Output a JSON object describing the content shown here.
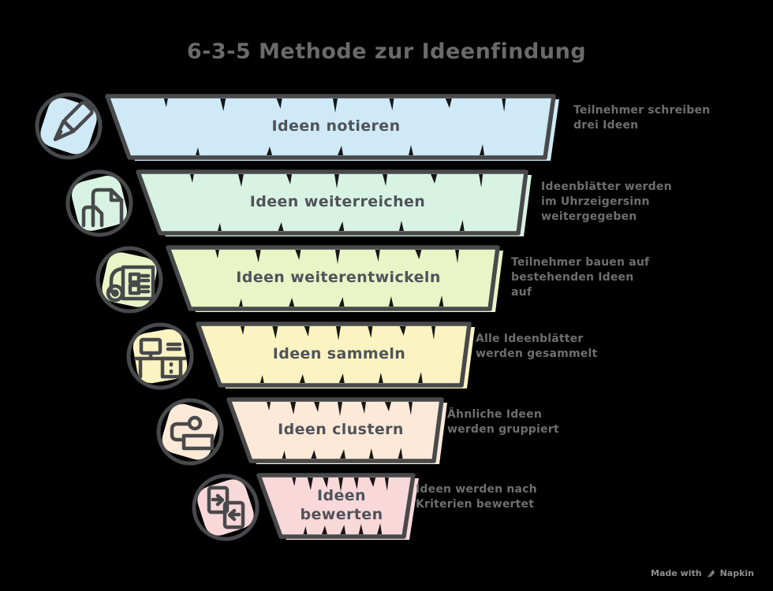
{
  "title": "6-3-5 Methode zur Ideenfindung",
  "funnel": {
    "steps": [
      {
        "label": "Ideen notieren",
        "description": "Teilnehmer schreiben\ndrei Ideen",
        "color": "#cfe9f7",
        "icon": "pen-icon"
      },
      {
        "label": "Ideen weiterreichen",
        "description": "Ideenblätter werden\nim Uhrzeigersinn\nweitergegeben",
        "color": "#d8f3e3",
        "icon": "papers-icon"
      },
      {
        "label": "Ideen weiterentwickeln",
        "description": "Teilnehmer bauen auf\nbestehenden Ideen\nauf",
        "color": "#e9f4c7",
        "icon": "scroll-icon"
      },
      {
        "label": "Ideen sammeln",
        "description": "Alle Ideenblätter\nwerden gesammelt",
        "color": "#fbf3c2",
        "icon": "desk-icon"
      },
      {
        "label": "Ideen clustern",
        "description": "Ähnliche Ideen\nwerden gruppiert",
        "color": "#fde9d7",
        "icon": "sticky-note-icon"
      },
      {
        "label": "Ideen\nbewerten",
        "description": "Ideen werden nach\nKriterien bewertet",
        "color": "#f9d8da",
        "icon": "compare-icon"
      }
    ]
  },
  "watermark": {
    "prefix": "Made with",
    "brand": "Napkin"
  },
  "colors": {
    "background": "#000000",
    "outline": "#48494b",
    "title_text": "#6a6a6a",
    "bar_label_text": "#50535a",
    "description_text": "#6e6e6e"
  }
}
